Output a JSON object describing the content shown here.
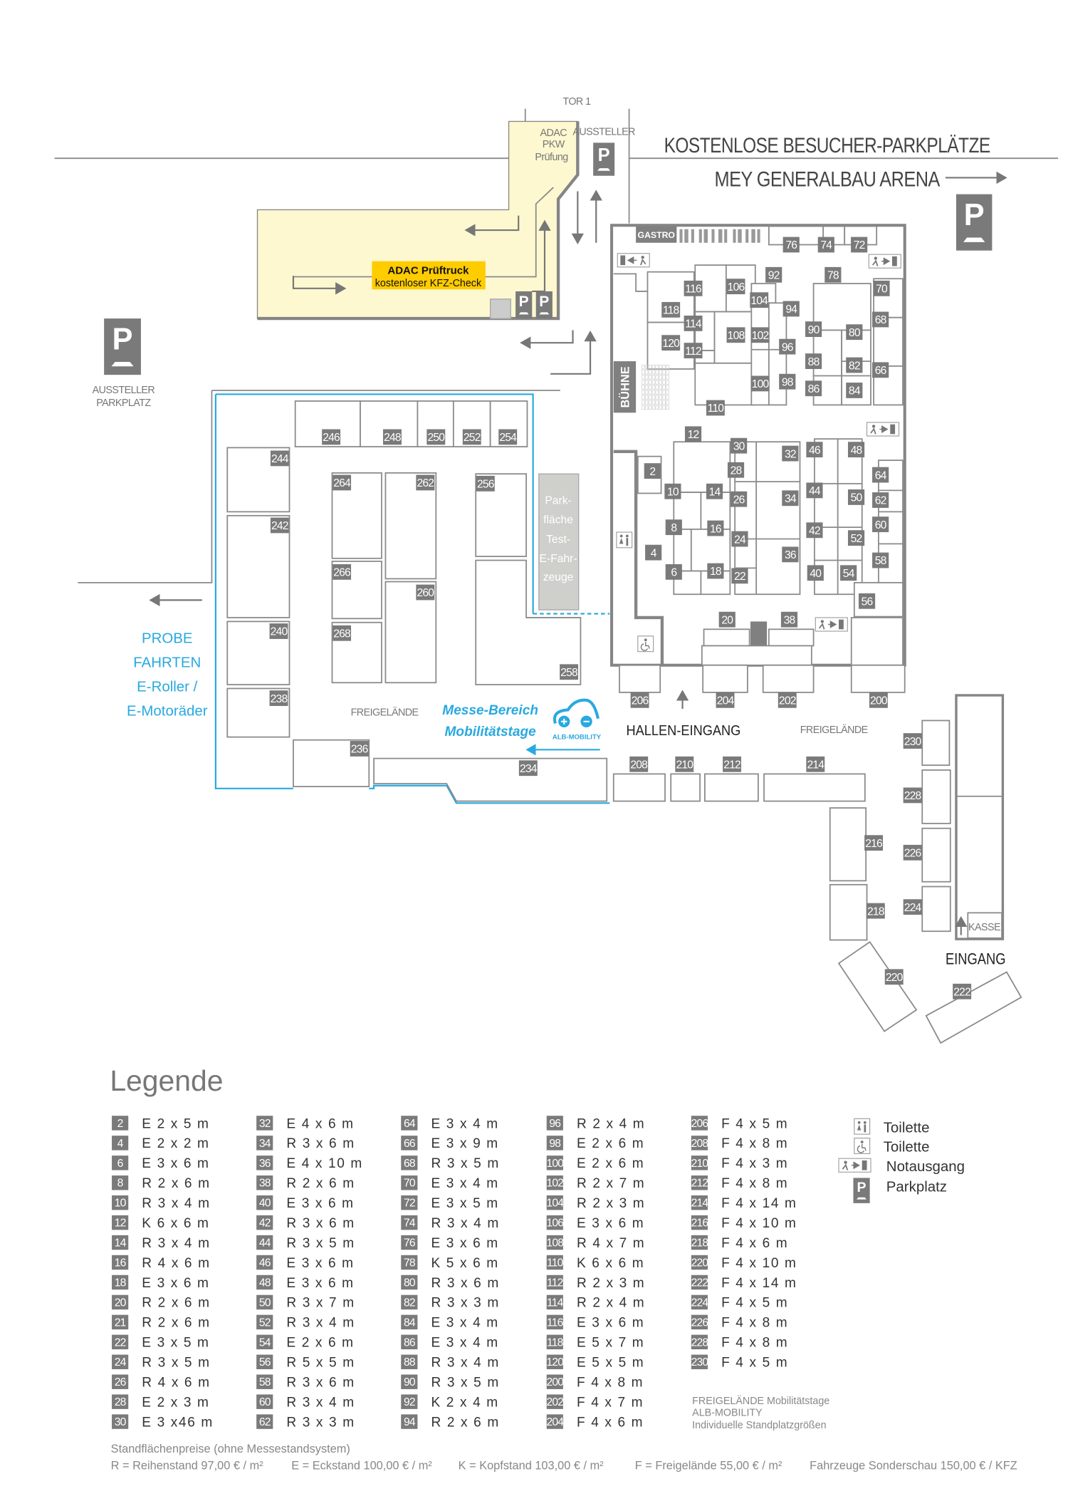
{
  "header": {
    "gate": "TOR 1",
    "visitor_parking": "KOSTENLOSE BESUCHER-PARKPLÄTZE",
    "arena": "MEY GENERALBAU ARENA",
    "exhibitor_parking_top": "AUSSTELLER",
    "exhibitor_parking_lot": [
      "AUSSTELLER",
      "PARKPLATZ"
    ],
    "parking_sign": "P"
  },
  "adac": {
    "area": [
      "ADAC",
      "PKW",
      "Prüfung"
    ],
    "truck_title": "ADAC Prüftruck",
    "truck_sub": "kostenloser KFZ-Check"
  },
  "hall": {
    "gastro": "GASTRO",
    "stage": "BÜHNE",
    "entrance": "HALLEN-EINGANG"
  },
  "outdoor": {
    "freigelaende": "FREIGELÄNDE",
    "test_area": [
      "Park-",
      "fläche",
      "Test-",
      "E-Fahr-",
      "zeuge"
    ],
    "test_rides": [
      "PROBE",
      "FAHRTEN",
      "E-Roller /",
      "E-Motoräder"
    ],
    "mobility_title": [
      "Messe-Bereich",
      "Mobilitätstage"
    ],
    "mobility_brand": "ALB-MOBILITY",
    "kasse": "KASSE",
    "entrance": "EINGANG"
  },
  "colors": {
    "accent_blue": "#29a9e0",
    "adac_yellow": "#ffcc00",
    "area_yellow": "#fdf8d0",
    "label_gray": "#7a7a7a"
  },
  "booth_labels": [
    "2",
    "4",
    "6",
    "8",
    "10",
    "12",
    "14",
    "16",
    "18",
    "20",
    "22",
    "24",
    "26",
    "28",
    "30",
    "32",
    "34",
    "36",
    "38",
    "40",
    "42",
    "44",
    "46",
    "48",
    "50",
    "52",
    "54",
    "56",
    "58",
    "60",
    "62",
    "64",
    "66",
    "68",
    "70",
    "72",
    "74",
    "76",
    "78",
    "80",
    "82",
    "84",
    "86",
    "88",
    "90",
    "92",
    "94",
    "96",
    "98",
    "100",
    "102",
    "104",
    "106",
    "108",
    "110",
    "112",
    "114",
    "116",
    "118",
    "120",
    "200",
    "202",
    "204",
    "206",
    "208",
    "210",
    "212",
    "214",
    "216",
    "218",
    "220",
    "222",
    "224",
    "226",
    "228",
    "230",
    "234",
    "236",
    "238",
    "240",
    "242",
    "244",
    "246",
    "248",
    "250",
    "252",
    "254",
    "256",
    "258",
    "260",
    "262",
    "264",
    "266",
    "268"
  ],
  "legend": {
    "title": "Legende",
    "columns": [
      [
        [
          "2",
          "E 2 x 5 m"
        ],
        [
          "4",
          "E 2 x 2 m"
        ],
        [
          "6",
          "E 3 x 6 m"
        ],
        [
          "8",
          "R 2 x 6 m"
        ],
        [
          "10",
          "R 3 x 4 m"
        ],
        [
          "12",
          "K 6 x 6 m"
        ],
        [
          "14",
          "R 3 x 4 m"
        ],
        [
          "16",
          "R 4 x 6 m"
        ],
        [
          "18",
          "E 3 x 6 m"
        ],
        [
          "20",
          "R 2 x 6 m"
        ],
        [
          "21",
          "R 2 x 6 m"
        ],
        [
          "22",
          "E 3 x 5 m"
        ],
        [
          "24",
          "R 3 x 5 m"
        ],
        [
          "26",
          "R 4 x 6 m"
        ],
        [
          "28",
          "E 2 x 3 m"
        ],
        [
          "30",
          "E 3 x46 m"
        ]
      ],
      [
        [
          "32",
          "E 4 x 6 m"
        ],
        [
          "34",
          "R 3 x 6 m"
        ],
        [
          "36",
          "E 4 x 10 m"
        ],
        [
          "38",
          "R 2 x 6 m"
        ],
        [
          "40",
          "E 3 x 6 m"
        ],
        [
          "42",
          "R 3 x 6 m"
        ],
        [
          "44",
          "R 3 x 5 m"
        ],
        [
          "46",
          "E 3 x 6 m"
        ],
        [
          "48",
          "E 3 x 6 m"
        ],
        [
          "50",
          "R 3 x 7 m"
        ],
        [
          "52",
          "R 3 x 4 m"
        ],
        [
          "54",
          "E 2 x 6 m"
        ],
        [
          "56",
          "R 5 x 5 m"
        ],
        [
          "58",
          "R 3 x 6 m"
        ],
        [
          "60",
          "R 3 x 4 m"
        ],
        [
          "62",
          "R 3 x 3 m"
        ]
      ],
      [
        [
          "64",
          "E 3 x 4 m"
        ],
        [
          "66",
          "E 3 x 9 m"
        ],
        [
          "68",
          "R 3 x 5 m"
        ],
        [
          "70",
          "E 3 x 4 m"
        ],
        [
          "72",
          "E 3 x 5 m"
        ],
        [
          "74",
          "R 3 x 4 m"
        ],
        [
          "76",
          "E 3 x 6 m"
        ],
        [
          "78",
          "K 5 x 6 m"
        ],
        [
          "80",
          "R 3 x 6 m"
        ],
        [
          "82",
          "R 3 x 3 m"
        ],
        [
          "84",
          "E 3 x 4 m"
        ],
        [
          "86",
          "E 3 x 4 m"
        ],
        [
          "88",
          "R 3 x 4 m"
        ],
        [
          "90",
          "R 3 x 5 m"
        ],
        [
          "92",
          "K 2 x 4 m"
        ],
        [
          "94",
          "R 2 x 6 m"
        ]
      ],
      [
        [
          "96",
          "R 2 x 4 m"
        ],
        [
          "98",
          "E 2 x 6 m"
        ],
        [
          "100",
          "E 2 x 6 m"
        ],
        [
          "102",
          "R 2 x 7 m"
        ],
        [
          "104",
          "R 2 x 3 m"
        ],
        [
          "106",
          "E 3 x 6 m"
        ],
        [
          "108",
          "R 4 x 7 m"
        ],
        [
          "110",
          "K 6 x 6 m"
        ],
        [
          "112",
          "R 2 x 3 m"
        ],
        [
          "114",
          "R 2 x 4 m"
        ],
        [
          "116",
          "E 3 x 6 m"
        ],
        [
          "118",
          "E 5 x 7 m"
        ],
        [
          "120",
          "E 5 x 5 m"
        ],
        [
          "200",
          "F 4 x 8 m"
        ],
        [
          "202",
          "F 4 x 7 m"
        ],
        [
          "204",
          "F 4 x 6 m"
        ]
      ],
      [
        [
          "206",
          "F 4 x 5 m"
        ],
        [
          "208",
          "F 4 x 8 m"
        ],
        [
          "210",
          "F 4 x 3 m"
        ],
        [
          "212",
          "F 4 x 8 m"
        ],
        [
          "214",
          "F 4 x 14 m"
        ],
        [
          "216",
          "F 4 x 10 m"
        ],
        [
          "218",
          "F 4 x 6 m"
        ],
        [
          "220",
          "F 4 x 10 m"
        ],
        [
          "222",
          "F 4 x 14 m"
        ],
        [
          "224",
          "F 4 x 5 m"
        ],
        [
          "226",
          "F 4 x 8 m"
        ],
        [
          "228",
          "F 4 x 8 m"
        ],
        [
          "230",
          "F 4 x 5 m"
        ]
      ]
    ],
    "symbols": [
      {
        "icon": "toilet-icon",
        "label": "Toilette"
      },
      {
        "icon": "accessible-toilet-icon",
        "label": "Toilette"
      },
      {
        "icon": "emergency-exit-icon",
        "label": "Notausgang"
      },
      {
        "icon": "parking-icon",
        "label": "Parkplatz"
      }
    ],
    "note": [
      "FREIGELÄNDE Mobilitätstage",
      "ALB-MOBILITY",
      "Individuelle Standplatzgrößen"
    ]
  },
  "prices": {
    "title": "Standflächenpreise (ohne Messestandsystem)",
    "items": [
      "R = Reihenstand 97,00 € / m²",
      "E = Eckstand 100,00 € / m²",
      "K = Kopfstand 103,00 € / m²",
      "F = Freigelände 55,00 € / m²",
      "Fahrzeuge Sonderschau 150,00 € / KFZ"
    ]
  }
}
